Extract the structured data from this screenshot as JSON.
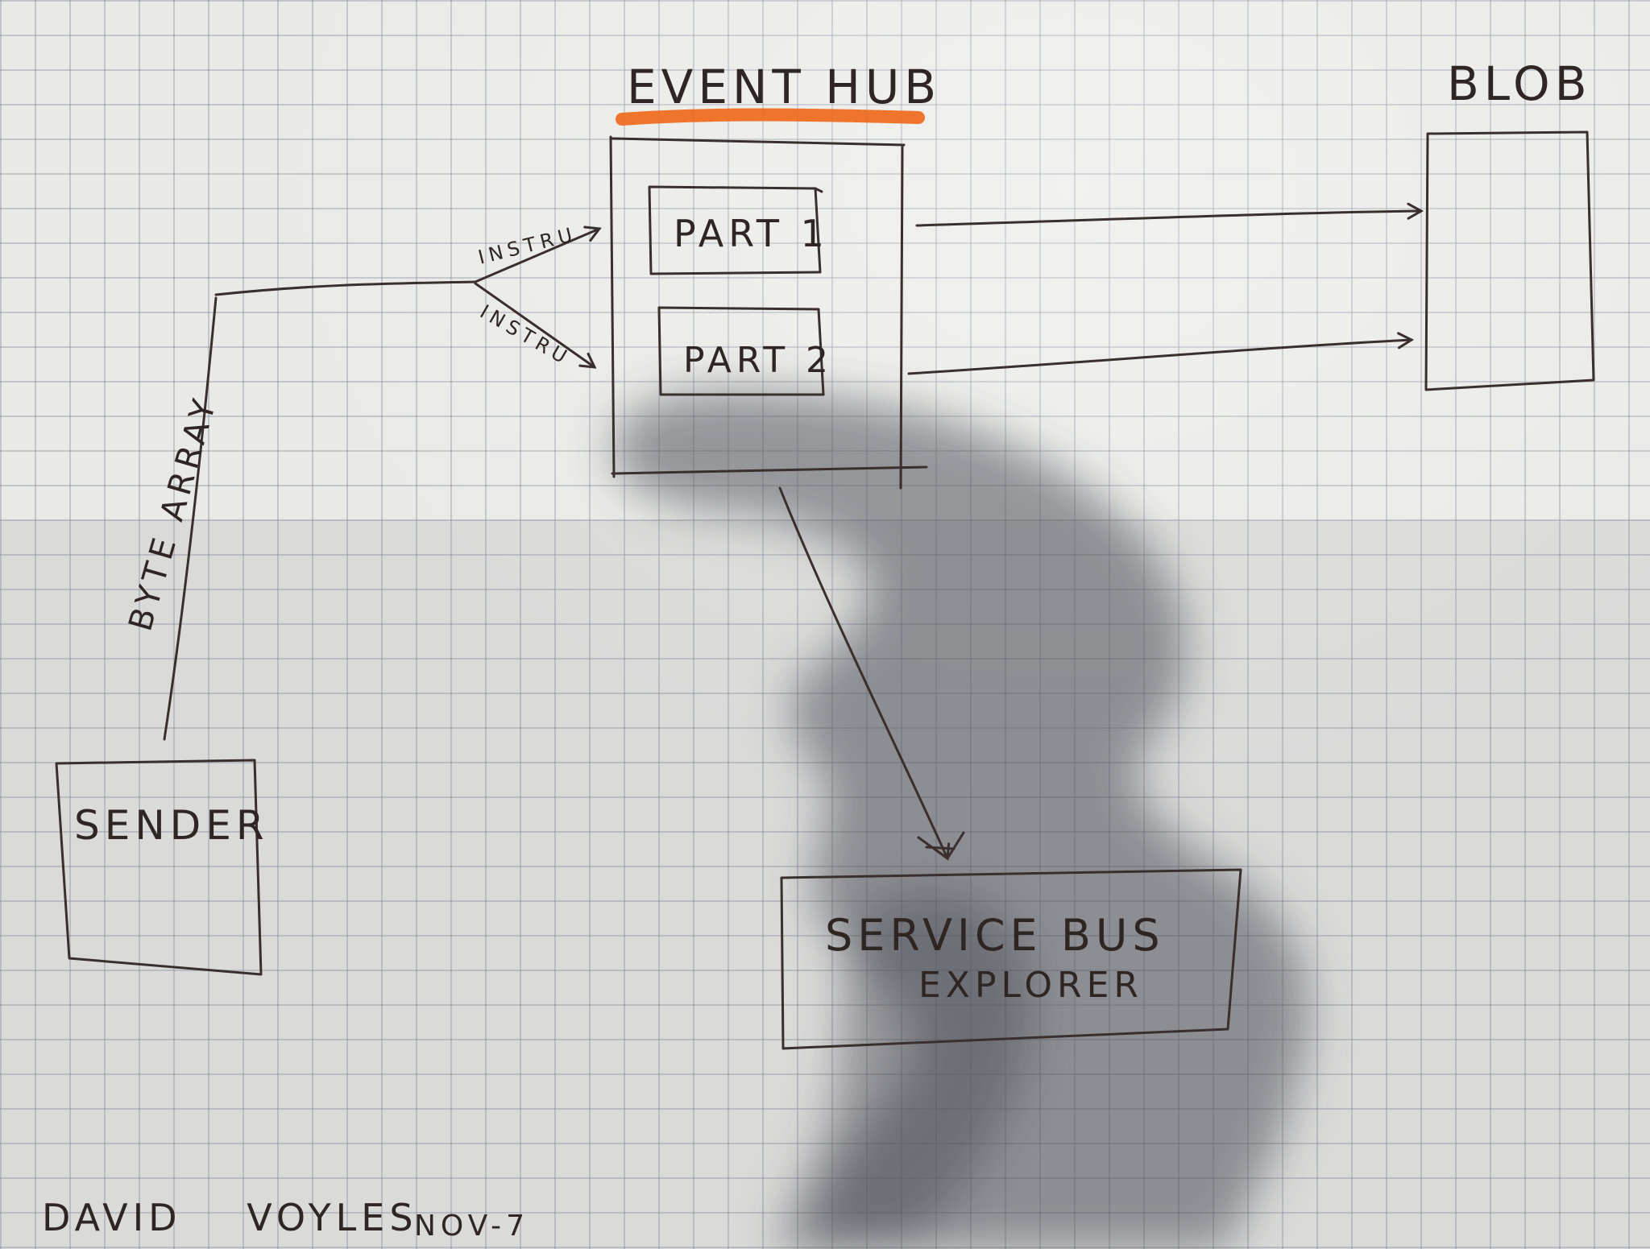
{
  "nodes": {
    "event_hub": {
      "label": "EVENT HUB",
      "accent": "#f06a1b"
    },
    "partition_1": {
      "label": "PART 1"
    },
    "partition_2": {
      "label": "PART 2"
    },
    "blob": {
      "label": "BLOB"
    },
    "sender": {
      "label": "SENDER"
    },
    "service_bus_explorer": {
      "line1": "SERVICE BUS",
      "line2": "EXPLORER"
    }
  },
  "edges": {
    "sender_to_hub": {
      "label": "BYTE ARRAY"
    },
    "to_partition_1": {
      "label": "INSTRU"
    },
    "to_partition_2": {
      "label": "INSTRU"
    }
  },
  "signature": {
    "name": "DAVID VOYLES",
    "date": "NOV-7"
  },
  "colors": {
    "paper": "#e9e9e6",
    "grid": "#6e788c",
    "ink": "#3a2f2d",
    "highlighter": "#f06a1b",
    "shadow": "#5a5d66"
  }
}
